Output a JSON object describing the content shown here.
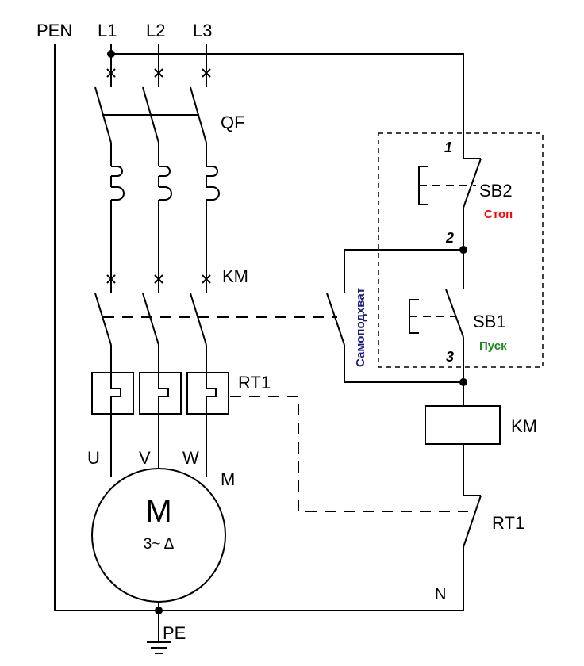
{
  "labels": {
    "pen": "PEN",
    "l1": "L1",
    "l2": "L2",
    "l3": "L3",
    "qf": "QF",
    "km_contacts": "KM",
    "rt1_relay": "RT1",
    "u": "U",
    "v": "V",
    "w": "W",
    "motor_tag": "M",
    "motor_symbol": "M",
    "motor_spec": "3~ Δ",
    "pe": "PE",
    "sb2": "SB2",
    "stop": "Стоп",
    "sb1": "SB1",
    "start": "Пуск",
    "self_hold": "Самоподхват",
    "node1": "1",
    "node2": "2",
    "node3": "3",
    "km_coil": "KM",
    "rt1_contact": "RT1",
    "n": "N"
  },
  "colors": {
    "stop": "#ff0000",
    "start": "#1a8a1a",
    "self_hold": "#1a1a7a"
  }
}
